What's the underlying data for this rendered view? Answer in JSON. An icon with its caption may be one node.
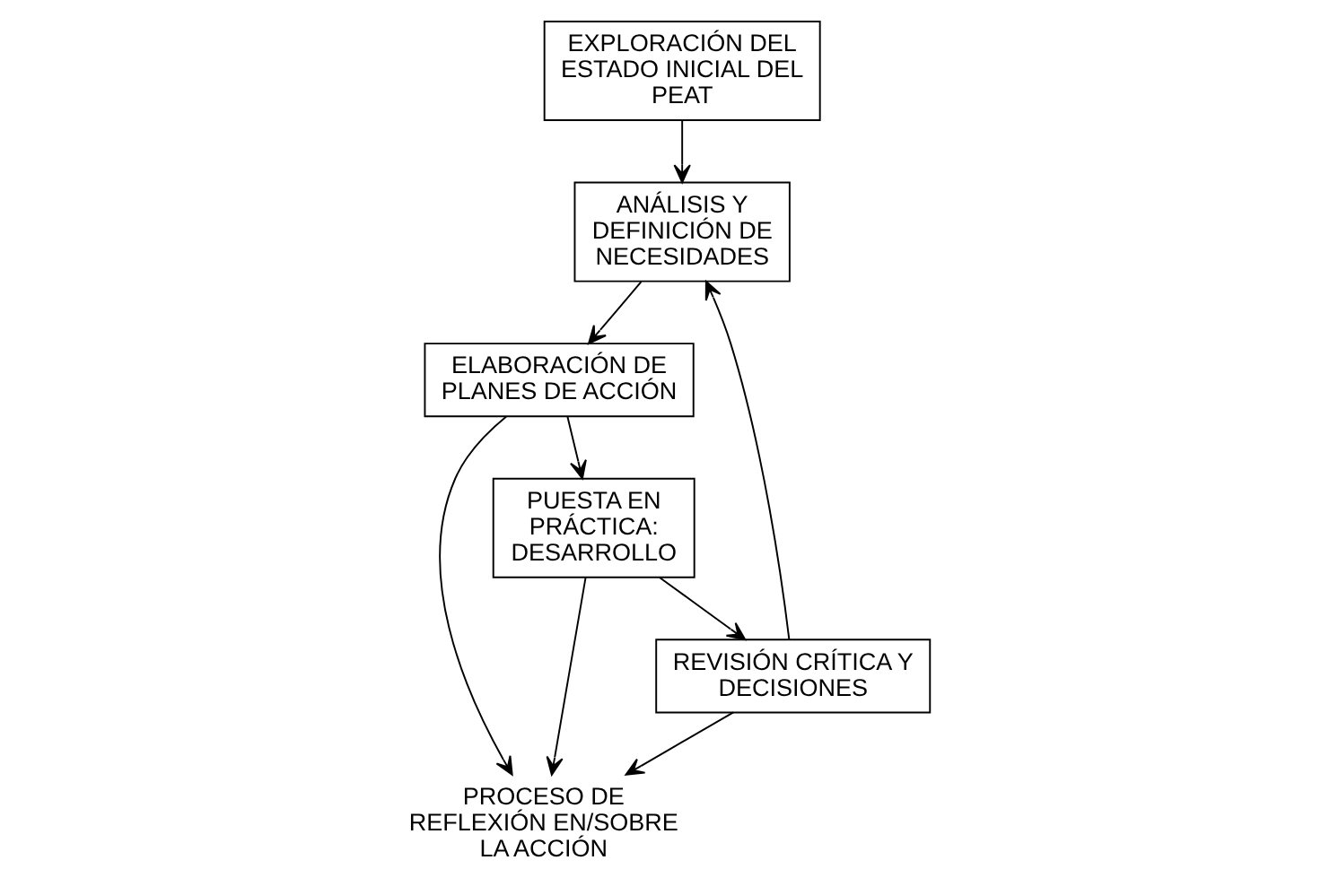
{
  "diagram": {
    "nodes": [
      {
        "text": [
          "EXPLORACIÓN DEL ESTADO INICIAL DEL PEAT"
        ]
      },
      {
        "text": [
          "ANÁLISIS Y DEFINICIÓN DE NECESIDADES"
        ]
      },
      {
        "text": [
          "PROCESO DE REFLEXIÓN EN/SOBRE LA ACCIÓN"
        ]
      },
      {
        "text": [
          "REVISIÓN CRÍTICA Y DECISIONES"
        ]
      },
      {
        "text": [
          "ELABORACIÓN DE PLANES DE ACCIÓN"
        ]
      },
      {
        "text": [
          "PUESTA EN PRÁCTICA: DESARROLLO"
        ]
      }
    ],
    "edges": [
      {
        "from": 0,
        "to": 1,
        "arrow": "to"
      },
      {
        "from": 3,
        "to": 1,
        "arrow": "to"
      },
      {
        "from": 3,
        "to": 2,
        "arrow": "to"
      },
      {
        "from": 1,
        "to": 4,
        "arrow": "to"
      },
      {
        "from": 4,
        "to": 2,
        "arrow": "to"
      },
      {
        "from": 5,
        "to": 2,
        "arrow": "to"
      },
      {
        "from": 4,
        "to": 5,
        "arrow": "to"
      },
      {
        "from": 5,
        "to": 3,
        "arrow": "to"
      }
    ]
  }
}
